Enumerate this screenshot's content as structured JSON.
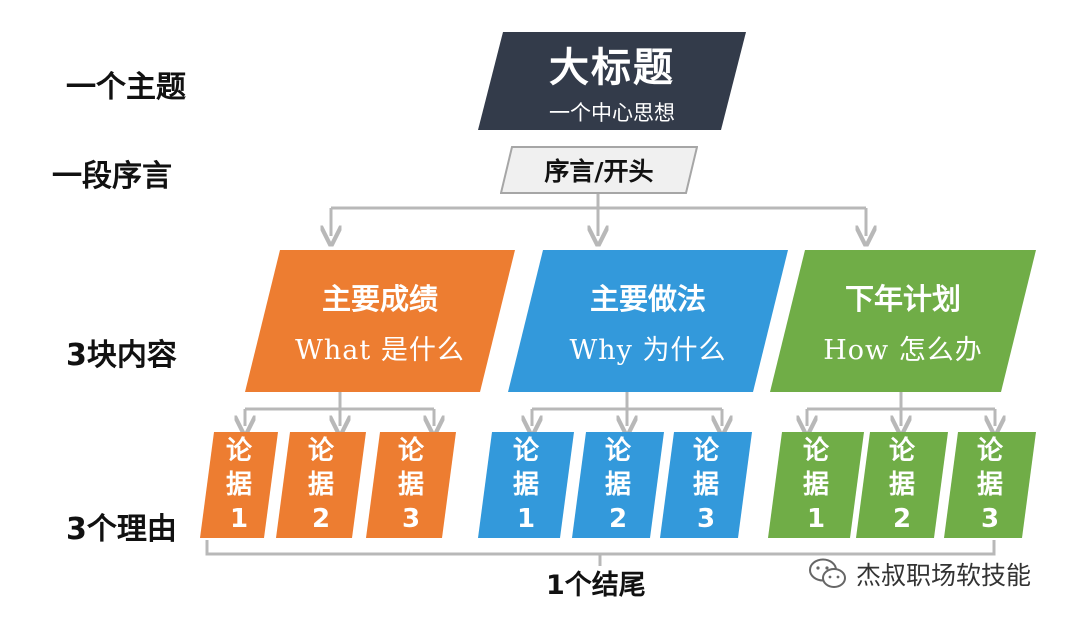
{
  "labels": {
    "theme": "一个主题",
    "intro": "一段序言",
    "content": "3块内容",
    "reasons": "3个理由"
  },
  "title": {
    "main": "大标题",
    "sub": "一个中心思想"
  },
  "intro_box": "序言/开头",
  "sections": [
    {
      "title": "主要成绩",
      "subtitle": "What 是什么",
      "color": "#ED7D31",
      "args": [
        "论\n据\n1",
        "论\n据\n2",
        "论\n据\n3"
      ]
    },
    {
      "title": "主要做法",
      "subtitle": "Why 为什么",
      "color": "#3399DB",
      "args": [
        "论\n据\n1",
        "论\n据\n2",
        "论\n据\n3"
      ]
    },
    {
      "title": "下年计划",
      "subtitle": "How 怎么办",
      "color": "#70AD47",
      "args": [
        "论\n据\n1",
        "论\n据\n2",
        "论\n据\n3"
      ]
    }
  ],
  "ending": "1个结尾",
  "watermark": "杰叔职场软技能",
  "colors": {
    "title_bg": "#333B4A",
    "intro_bg": "#F0F0F0",
    "connector": "#B8B8B8"
  }
}
